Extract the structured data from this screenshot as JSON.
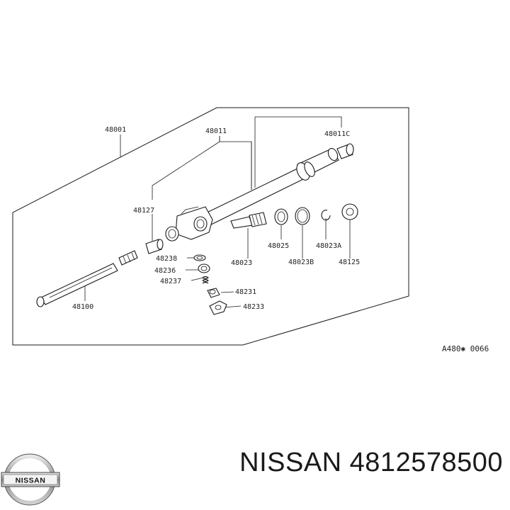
{
  "parts": {
    "p48001": "48001",
    "p48011": "48011",
    "p48011c": "48011C",
    "p48127": "48127",
    "p48238": "48238",
    "p48236": "48236",
    "p48237": "48237",
    "p48231": "48231",
    "p48233": "48233",
    "p48100": "48100",
    "p48023": "48023",
    "p48025": "48025",
    "p48023b": "48023B",
    "p48023a": "48023A",
    "p48125": "48125"
  },
  "diagram_ref": "A480✱ 0066",
  "caption": "NISSAN 4812578500",
  "logo_text": "NISSAN"
}
